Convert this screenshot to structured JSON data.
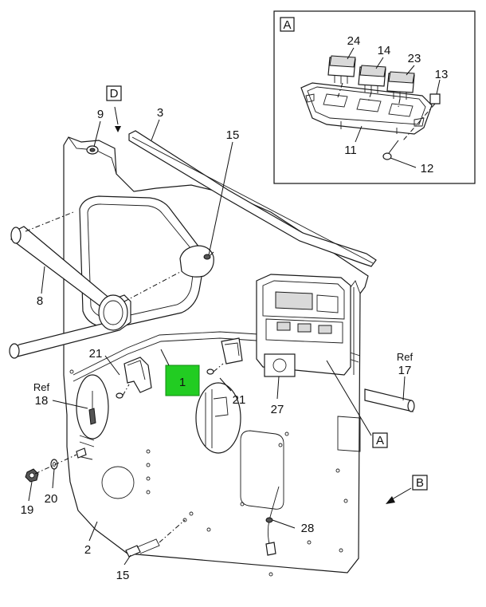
{
  "colors": {
    "highlight": "#22cc22",
    "line": "#1a1a1a",
    "background": "#ffffff"
  },
  "detail_a": {
    "frame_label": "A"
  },
  "view_letters": {
    "d": "D",
    "a": "A",
    "b": "B"
  },
  "callouts": {
    "c1": "1",
    "c2": "2",
    "c3": "3",
    "c8": "8",
    "c9": "9",
    "c11": "11",
    "c12": "12",
    "c13": "13",
    "c14": "14",
    "c15_top": "15",
    "c15_bottom": "15",
    "c17": "17",
    "c18": "18",
    "c19": "19",
    "c20": "20",
    "c21_left": "21",
    "c21_right": "21",
    "c23": "23",
    "c24": "24",
    "c27": "27",
    "c28": "28"
  },
  "ref_labels": {
    "ref17": "Ref",
    "ref18": "Ref"
  }
}
